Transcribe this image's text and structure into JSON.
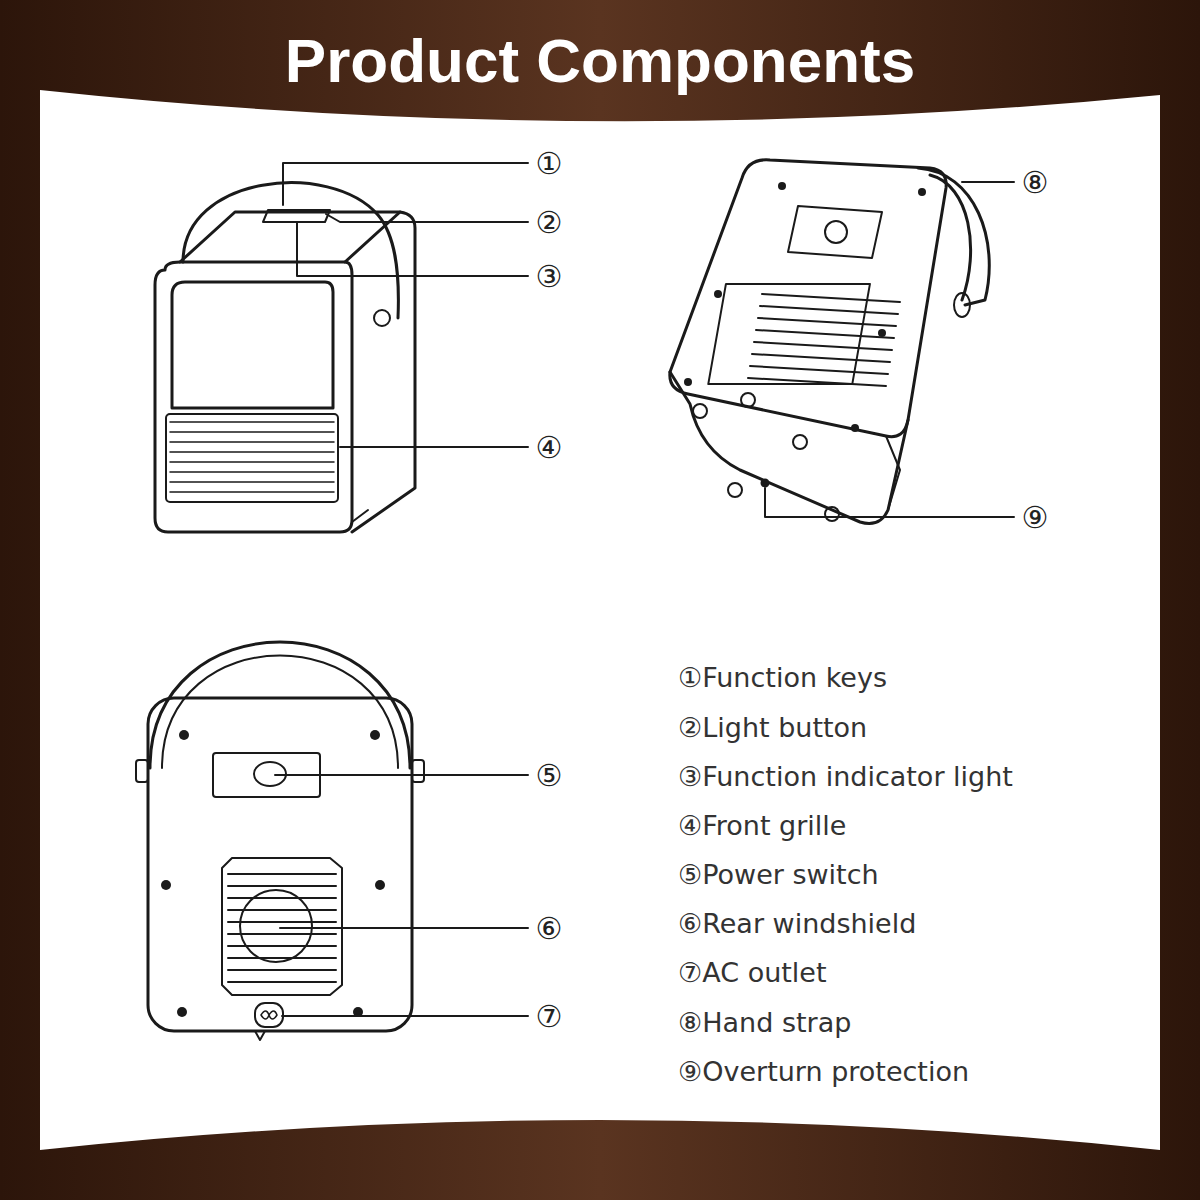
{
  "diagram": {
    "title": "Product Components",
    "labels": [
      "①",
      "②",
      "③",
      "④",
      "⑧",
      "⑨",
      "⑤",
      "⑥",
      "⑦",
      "①Function keys",
      "②Light button",
      "③Function indicator light",
      "④Front grille",
      "⑤Power switch",
      "⑥Rear windshield",
      "⑦AC outlet",
      "⑧Hand strap",
      "⑨Overturn protection"
    ]
  }
}
